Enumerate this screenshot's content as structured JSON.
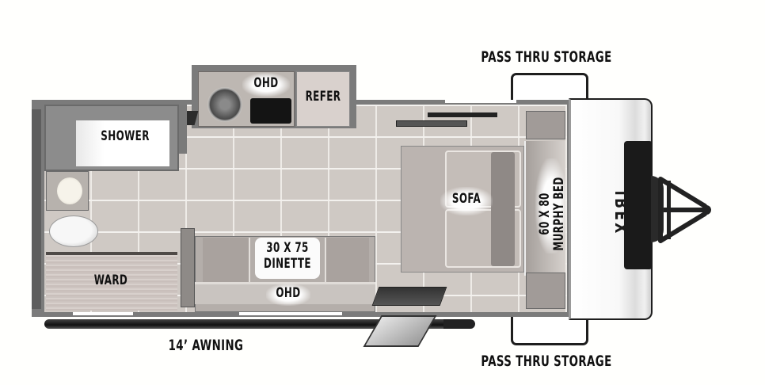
{
  "floorplan": {
    "brand": "IBEX",
    "exterior_labels": {
      "pass_thru_top": "PASS THRU STORAGE",
      "pass_thru_bottom": "PASS THRU STORAGE",
      "awning": "14’ AWNING"
    },
    "rooms": {
      "shower": "SHOWER",
      "ward": "WARD",
      "ohd_kitchen": "OHD",
      "refer": "REFER",
      "dinette_line1": "30 X 75",
      "dinette_line2": "DINETTE",
      "ohd_dinette": "OHD",
      "sofa": "SOFA",
      "murphy_line1": "60 X 80",
      "murphy_line2": "MURPHY BED"
    },
    "colors": {
      "wall": "#7b7b7b",
      "floor_tile": "#cfc9c4",
      "cap_white": "#f7f7f7",
      "dark": "#1a1a1a"
    }
  }
}
